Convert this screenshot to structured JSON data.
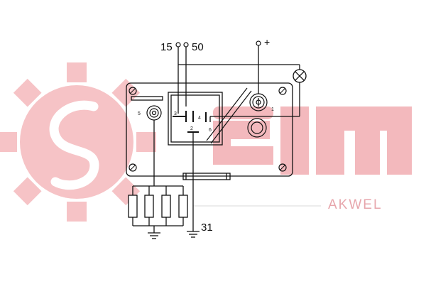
{
  "watermark": {
    "brand_text": "Seim",
    "sub_text": "AKWEL",
    "gear_color": "#f6c3c6",
    "letters_color": "#f3b9bd",
    "sub_color": "#e7a6ac"
  },
  "diagram": {
    "terminal_15": "15",
    "terminal_50": "50",
    "terminal_plus": "+",
    "terminal_31": "31",
    "pin_1": "1",
    "pin_2": "2",
    "pin_3": "3",
    "pin_4": "4",
    "pin_5": "5",
    "pin_6": "6",
    "line_color": "#111111"
  }
}
